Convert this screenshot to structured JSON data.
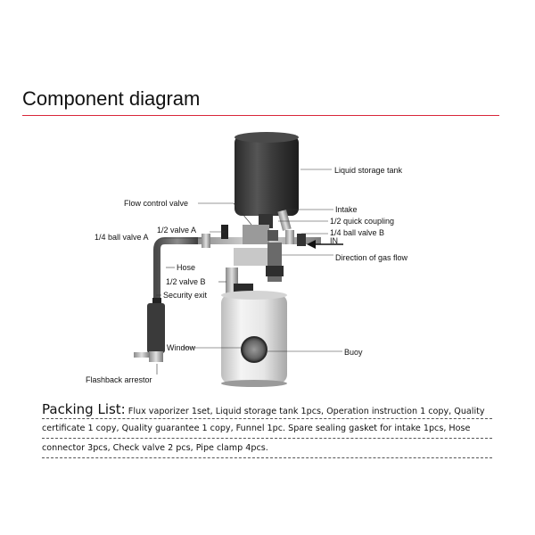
{
  "header": {
    "title": "Component diagram",
    "accent_color": "#d9263a"
  },
  "diagram": {
    "labels": {
      "liquid_storage_tank": "Liquid storage tank",
      "flow_control_valve": "Flow control valve",
      "intake": "Intake",
      "quick_coupling": "1/2  quick coupling",
      "half_valve_a": "1/2 valve A",
      "quarter_ball_valve_a": "1/4 ball valve A",
      "quarter_ball_valve_b": "1/4 ball valve B",
      "in": "IN",
      "direction_of_gas_flow": "Direction of gas flow",
      "hose": "Hose",
      "half_valve_b": "1/2 valve B",
      "security_exit": "Security exit",
      "window": "Window",
      "buoy": "Buoy",
      "flashback_arrestor": "Flashback arrestor"
    }
  },
  "packing": {
    "title": "Packing List:",
    "line1": " Flux vaporizer 1set, Liquid storage tank 1pcs, Operation instruction 1 copy, Quality",
    "line2": "certificate 1 copy, Quality guarantee 1 copy, Funnel 1pc. Spare sealing gasket for intake 1pcs, Hose",
    "line3": "connector 3pcs, Check valve 2 pcs, Pipe clamp 4pcs."
  }
}
